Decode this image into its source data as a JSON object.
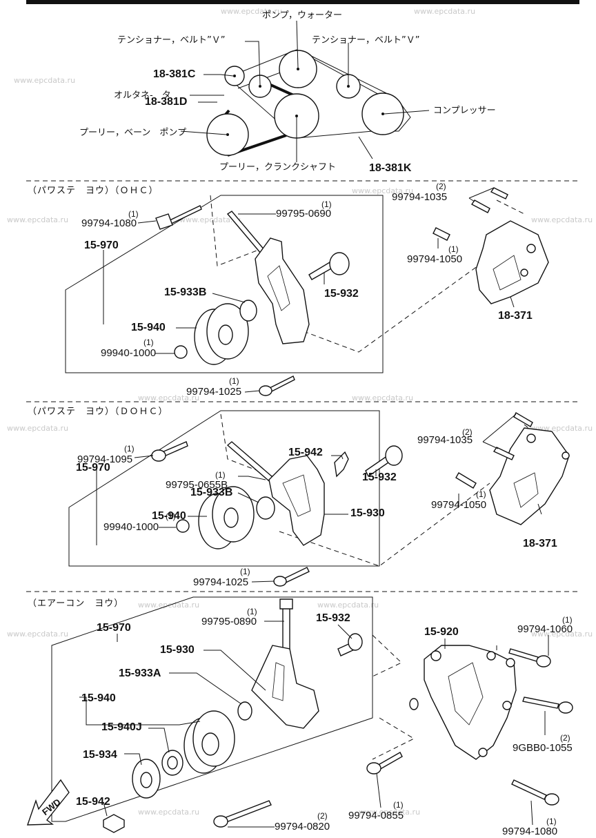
{
  "watermark": "www.epcdata.ru",
  "belt_diagram": {
    "pump_water": "ポンプ，ウォーター",
    "tensioner_left": "テンショナー，ベルト”Ｖ”",
    "tensioner_right": "テンショナー，ベルト”Ｖ”",
    "ref_18_381C": "18-381C",
    "alternator": "オルタネ-　タ",
    "ref_18_381D": "18-381D",
    "compressor": "コンプレッサー",
    "pulley_vane_pump": "プーリー，ベーン　ポンプ",
    "pulley_crankshaft": "プーリー，クランクシャフト",
    "ref_18_381K": "18-381K"
  },
  "section_ohc": {
    "title": "（パワステ　ヨウ）（ＯＨＣ）",
    "labels": [
      {
        "qty": "(1)",
        "part": "99794-1080"
      },
      {
        "qty": "(1)",
        "part": "99795-0690"
      },
      {
        "qty": "(2)",
        "part": "99794-1035"
      },
      {
        "qty": "(1)",
        "part": "99794-1050"
      },
      {
        "qty": "",
        "part": "15-970"
      },
      {
        "qty": "",
        "part": "15-933B"
      },
      {
        "qty": "",
        "part": "15-932"
      },
      {
        "qty": "",
        "part": "15-940"
      },
      {
        "qty": "(1)",
        "part": "99940-1000"
      },
      {
        "qty": "",
        "part": "18-371"
      },
      {
        "qty": "(1)",
        "part": "99794-1025"
      }
    ]
  },
  "section_dohc": {
    "title": "（パワステ　ヨウ）（ＤＯＨＣ）",
    "labels": [
      {
        "qty": "(1)",
        "part": "99794-1095"
      },
      {
        "qty": "(2)",
        "part": "99794-1035"
      },
      {
        "qty": "",
        "part": "15-942"
      },
      {
        "qty": "",
        "part": "15-970"
      },
      {
        "qty": "(1)",
        "part": "99795-0655B"
      },
      {
        "qty": "",
        "part": "15-932"
      },
      {
        "qty": "(1)",
        "part": "99794-1050"
      },
      {
        "qty": "",
        "part": "15-933B"
      },
      {
        "qty": "",
        "part": "15-930"
      },
      {
        "qty": "",
        "part": "15-940"
      },
      {
        "qty": "(1)",
        "part": "99940-1000"
      },
      {
        "qty": "",
        "part": "18-371"
      },
      {
        "qty": "(1)",
        "part": "99794-1025"
      }
    ]
  },
  "section_aircon": {
    "title": "（エアーコン　ヨウ）",
    "labels": [
      {
        "qty": "(1)",
        "part": "99795-0890"
      },
      {
        "qty": "",
        "part": "15-932"
      },
      {
        "qty": "",
        "part": "15-970"
      },
      {
        "qty": "",
        "part": "15-920"
      },
      {
        "qty": "(1)",
        "part": "99794-1060"
      },
      {
        "qty": "",
        "part": "15-930"
      },
      {
        "qty": "",
        "part": "15-933A"
      },
      {
        "qty": "",
        "part": "15-940"
      },
      {
        "qty": "",
        "part": "15-940J"
      },
      {
        "qty": "(2)",
        "part": "9GBB0-1055"
      },
      {
        "qty": "",
        "part": "15-934"
      },
      {
        "qty": "",
        "part": "15-942"
      },
      {
        "qty": "(1)",
        "part": "99794-0855"
      },
      {
        "qty": "(1)",
        "part": "99794-1080"
      },
      {
        "qty": "(2)",
        "part": "99794-0820"
      }
    ],
    "fwd_label": "FWD"
  }
}
